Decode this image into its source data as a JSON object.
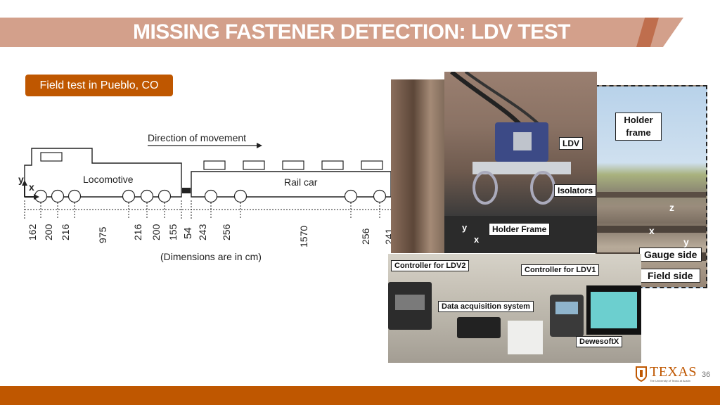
{
  "slide": {
    "title": "MISSING FASTENER DETECTION: LDV TEST",
    "badge": "Field test in Pueblo, CO",
    "page_number": "36"
  },
  "diagram": {
    "direction_label": "Direction of movement",
    "locomotive_label": "Locomotive",
    "railcar_label": "Rail car",
    "axis_y": "y",
    "axis_x": "x",
    "dimensions": [
      "162",
      "200",
      "216",
      "975",
      "216",
      "200",
      "155",
      "54",
      "243",
      "256",
      "1570",
      "256",
      "241"
    ],
    "dim_note": "(Dimensions are in cm)"
  },
  "photos": {
    "ldv_tag": "LDV",
    "isolators_tag": "Isolators",
    "holder_frame_tag": "Holder Frame",
    "holder_frame_tag2": "Holder\nframe",
    "gauge_side": "Gauge side",
    "field_side": "Field side",
    "ctrl_ldv2": "Controller for LDV2",
    "ctrl_ldv1": "Controller for LDV1",
    "daq": "Data acquisition system",
    "dewesoft": "DewesoftX",
    "axis_y_small": "y",
    "axis_x_small": "x",
    "axis_z_rail": "z",
    "axis_x_rail": "x",
    "axis_y_rail": "y"
  },
  "logo": {
    "name": "TEXAS",
    "sub": "The University of Texas at Austin"
  }
}
